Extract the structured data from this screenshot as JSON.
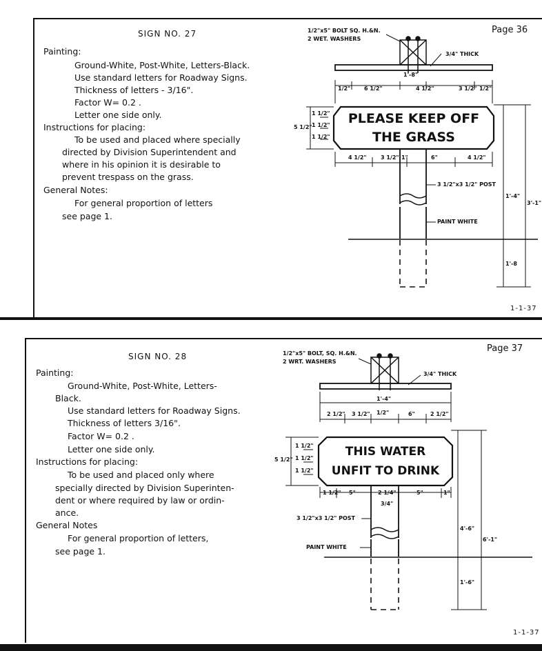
{
  "sheets": [
    {
      "title": "SIGN NO. 27",
      "page": "Page 36",
      "date": "1-1-37",
      "painting_heading": "Painting:",
      "painting_lines": [
        "Ground-White, Post-White, Letters-Black.",
        "Use standard letters for Roadway Signs.",
        "Thickness of letters - 3/16\".",
        "Factor W= 0.2 .",
        "Letter one side only."
      ],
      "instructions_heading": "Instructions for placing:",
      "instructions_lines": [
        "To be used and placed where specially",
        "directed by Division Superintendent and",
        "where in his opinion it is desirable to",
        "prevent trespass on the grass."
      ],
      "notes_heading": "General Notes:",
      "notes_lines": [
        "For general proportion of letters",
        "see page 1."
      ],
      "sign_lines": [
        "PLEASE KEEP OFF",
        "THE GRASS"
      ],
      "labels": {
        "bolt": "1/2\"x5\" BOLT SQ. H.&N.",
        "washers": "2 WET. WASHERS",
        "thick": "3/4\" THICK",
        "width": "1'-8\"",
        "post": "3 1/2\"x3 1/2\" POST",
        "paint": "PAINT WHITE",
        "h_above": "1'-4\"",
        "h_total": "3'-1\"",
        "h_below": "1'-8",
        "sign_h": "5 1/2\"",
        "top_dims": [
          "1/2\"",
          "6 1/2\"",
          "4 1/2\"",
          "3 1/2\"",
          "1/2\""
        ],
        "bot_dims": [
          "4 1/2\"",
          "3 1/2\"",
          "1\"",
          "6\"",
          "4 1/2\""
        ],
        "side_dims": [
          "1 1/2\"",
          "1 1/2\"",
          "1 1/2\""
        ]
      }
    },
    {
      "title": "SIGN NO. 28",
      "page": "Page 37",
      "date": "1-1-37",
      "painting_heading": "Painting:",
      "painting_lines": [
        "Ground-White, Post-White, Letters-",
        "Black.",
        "Use standard letters for Roadway Signs.",
        "Thickness of letters 3/16\".",
        "Factor W= 0.2 .",
        "Letter one side only."
      ],
      "instructions_heading": "Instructions for placing:",
      "instructions_lines": [
        "To be used and placed only where",
        "specially directed by Division Superinten-",
        "dent or where required by law or ordin-",
        "ance."
      ],
      "notes_heading": "General Notes",
      "notes_lines": [
        "For general proportion of letters,",
        "see page 1."
      ],
      "sign_lines": [
        "THIS WATER",
        "UNFIT TO DRINK"
      ],
      "labels": {
        "bolt": "1/2\"x5\" BOLT, SQ. H.&N.",
        "washers": "2 WRT. WASHERS",
        "thick": "3/4\" THICK",
        "width": "1'-4\"",
        "post": "3 1/2\"x3 1/2\" POST",
        "paint": "PAINT WHITE",
        "h_above": "4'-6\"",
        "h_total": "6'-1\"",
        "h_below": "1'-6\"",
        "sign_h": "5 1/2\"",
        "top_dims": [
          "2 1/2\"",
          "3 1/2\"",
          "1/2\"",
          "6\"",
          "2 1/2\""
        ],
        "bot_dims": [
          "1 1/2\"",
          "5\"",
          "2 1/4\"",
          "5\"",
          "1\""
        ],
        "side_dims": [
          "1 1/2\"",
          "1 1/2\"",
          "1 1/2\""
        ],
        "thick2": "3/4\""
      }
    }
  ]
}
